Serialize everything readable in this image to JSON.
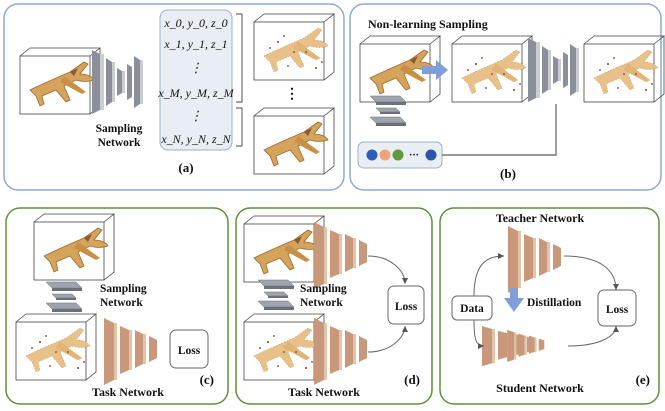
{
  "colors": {
    "blue_border": "#8fa8d8",
    "green_border": "#5e8f3c",
    "gray_block": "#8a8f99",
    "gray_block_light": "#c9ccd3",
    "copper_block": "#c9987a",
    "copper_block_dark": "#a87558",
    "arrow_blue": "#7e9fdc",
    "dot_blue": "#2f5db5",
    "dot_orange": "#f0a27a",
    "dot_green": "#5c9a3c",
    "dot_navy": "#2d56a8"
  },
  "panels": {
    "a": {
      "caption": "(a)",
      "label": [
        "Sampling",
        "Network"
      ],
      "coords": [
        "x_0, y_0, z_0",
        "x_1, y_1, z_1",
        "⋮",
        "x_M, y_M, z_M",
        "⋮",
        "x_N, y_N, z_N"
      ],
      "vdots": "⋮"
    },
    "b": {
      "caption": "(b)",
      "title": "Non-learning Sampling",
      "ellipsis": "···"
    },
    "c": {
      "caption": "(c)",
      "label": [
        "Sampling",
        "Network"
      ],
      "loss": "Loss",
      "task": "Task Network"
    },
    "d": {
      "caption": "(d)",
      "label": [
        "Sampling",
        "Network"
      ],
      "loss": "Loss",
      "task": "Task Network"
    },
    "e": {
      "caption": "(e)",
      "teacher": "Teacher Network",
      "student": "Student Network",
      "data": "Data",
      "distill": "Distillation",
      "loss": "Loss"
    }
  }
}
